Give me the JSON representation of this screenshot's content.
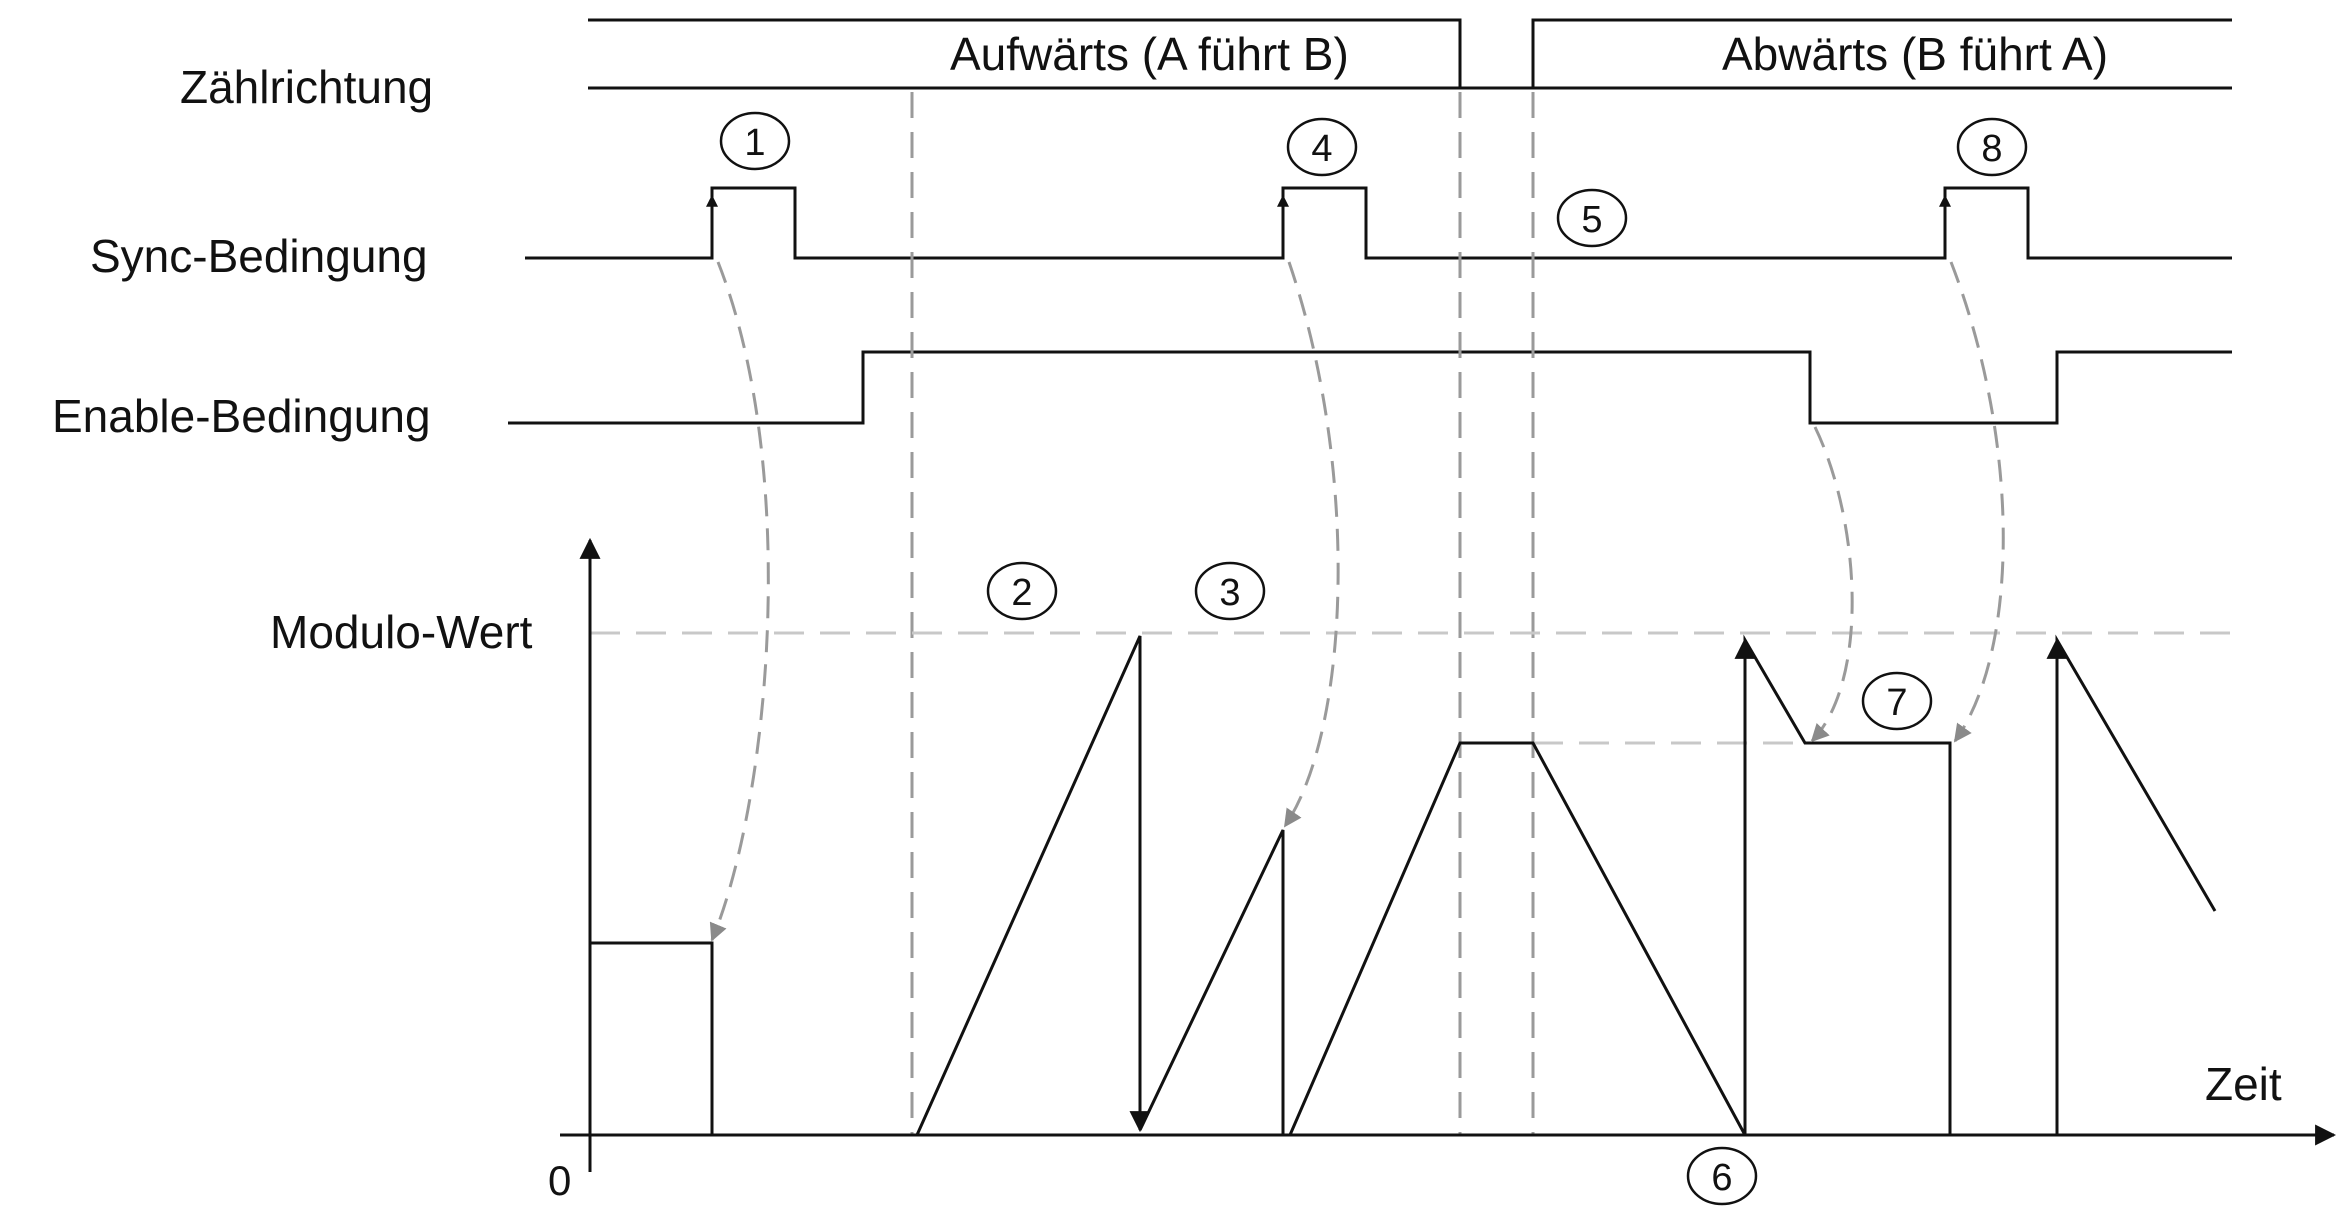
{
  "signals": {
    "direction_label": "Zählrichtung",
    "sync_label": "Sync-Bedingung",
    "enable_label": "Enable-Bedingung",
    "modulo_label": "Modulo-Wert"
  },
  "direction": {
    "up_text": "Aufwärts (A führt B)",
    "down_text": "Abwärts (B führt A)"
  },
  "axes": {
    "time_label": "Zeit",
    "origin_label": "0"
  },
  "markers": [
    "1",
    "2",
    "3",
    "4",
    "5",
    "6",
    "7",
    "8"
  ],
  "colors": {
    "line": "#111111",
    "dashed_guide": "#9a9a9a",
    "modulo_guide": "#c8c8c8",
    "background": "#ffffff"
  }
}
